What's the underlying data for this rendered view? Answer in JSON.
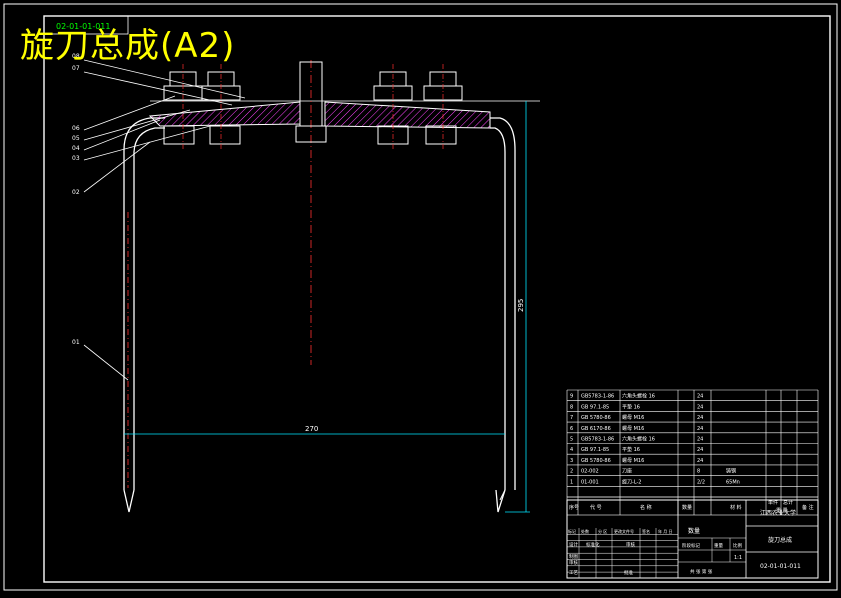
{
  "drawing": {
    "big_title": "旋刀总成(A2)",
    "code_top": "02-01-01-011",
    "dim_width": "270",
    "dim_height": "295",
    "balloons": [
      "08",
      "07",
      "06",
      "05",
      "04",
      "03",
      "02",
      "01"
    ]
  },
  "bom": {
    "header": {
      "no": "序号",
      "code": "代 号",
      "name": "名 称",
      "qty": "数量",
      "material": "材 料",
      "unit_weight": "单件",
      "total_weight": "总计",
      "weight": "重 量",
      "remark": "备 注"
    },
    "rows": [
      {
        "no": "9",
        "code": "GB5783-1-86",
        "name": "六角头螺栓 16",
        "qty": "24"
      },
      {
        "no": "8",
        "code": "GB 97.1-85",
        "name": "平垫 16",
        "qty": "24"
      },
      {
        "no": "7",
        "code": "GB 5780-86",
        "name": "螺母 M16",
        "qty": "24"
      },
      {
        "no": "6",
        "code": "GB 6170-86",
        "name": "螺母 M16",
        "qty": "24"
      },
      {
        "no": "5",
        "code": "GB5783-1-86",
        "name": "六角头螺栓 16",
        "qty": "24"
      },
      {
        "no": "4",
        "code": "GB 97.1-85",
        "name": "平垫 16",
        "qty": "24"
      },
      {
        "no": "3",
        "code": "GB 5780-86",
        "name": "螺母 M16",
        "qty": "24"
      },
      {
        "no": "2",
        "code": "02-002",
        "name": "刀座",
        "qty": "8",
        "material": "铸钢"
      },
      {
        "no": "1",
        "code": "01-001",
        "name": "旋刀-L-2",
        "qty": "2/2",
        "material": "65Mn"
      }
    ]
  },
  "title_block": {
    "university": "江西农业大学",
    "drawing_name": "旋刀总成",
    "drawing_code": "02-01-01-011",
    "scale": "1:1",
    "qty_label": "数量",
    "stage_label": "阶段标记",
    "weight_label": "重量",
    "scale_label": "比例",
    "sheets_label": "共 张 第 张",
    "rev_labels": [
      "标记",
      "处数",
      "分 区",
      "更改文件号",
      "签名",
      "年 月 日"
    ],
    "design": "设计",
    "check": "审核",
    "standard": "标准化",
    "process": "工艺",
    "approve": "批准",
    "draw": "制图",
    "audit": "审核"
  },
  "colors": {
    "line": "#ffffff",
    "yellow": "#ffff00",
    "cyan": "#00e5ff",
    "green": "#00ff00",
    "red": "#ff3030",
    "magenta": "#ff44ff"
  }
}
